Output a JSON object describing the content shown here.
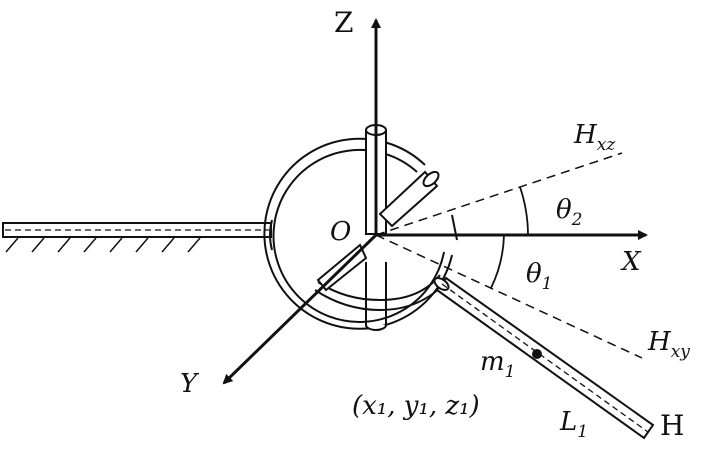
{
  "diagram": {
    "axes": {
      "z": "Z",
      "x": "X",
      "y": "Y",
      "origin": "O"
    },
    "planes": {
      "xz": {
        "main": "H",
        "sub": "xz"
      },
      "xy": {
        "main": "H",
        "sub": "xy"
      }
    },
    "angles": {
      "theta2": {
        "main": "θ",
        "sub": "2"
      },
      "theta1": {
        "main": "θ",
        "sub": "1"
      }
    },
    "mass": {
      "main": "m",
      "sub": "1"
    },
    "coords": "(x₁, y₁, z₁)",
    "length": {
      "main": "L",
      "sub": "1"
    },
    "endpoint": "H",
    "colors": {
      "ink": "#111111",
      "background": "#ffffff"
    }
  }
}
